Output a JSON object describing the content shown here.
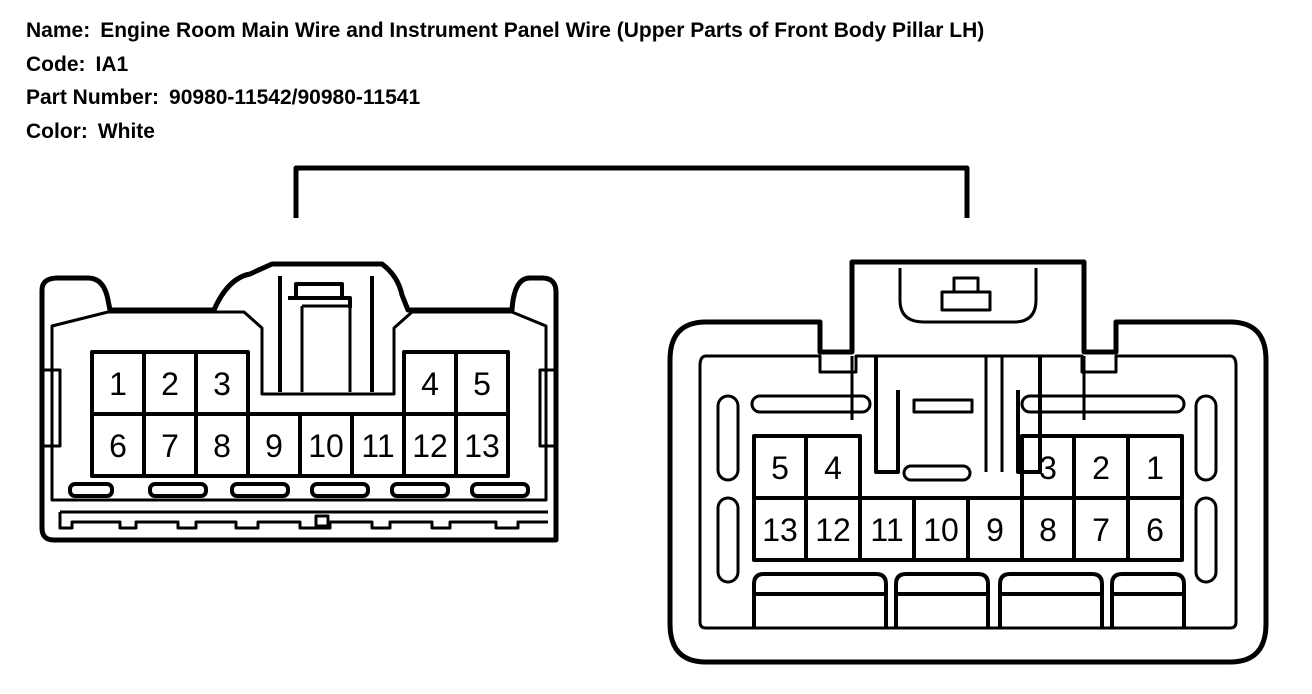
{
  "header": {
    "name_label": "Name:",
    "name_value": "Engine Room Main Wire and Instrument Panel Wire (Upper Parts of Front Body Pillar LH)",
    "code_label": "Code:",
    "code_value": "IA1",
    "part_label": "Part Number:",
    "part_value": "90980-11542/90980-11541",
    "color_label": "Color:",
    "color_value": "White"
  },
  "left_connector": {
    "row1": [
      "1",
      "2",
      "3",
      "4",
      "5"
    ],
    "row2": [
      "6",
      "7",
      "8",
      "9",
      "10",
      "11",
      "12",
      "13"
    ]
  },
  "right_connector": {
    "row1": [
      "5",
      "4",
      "3",
      "2",
      "1"
    ],
    "row2": [
      "13",
      "12",
      "11",
      "10",
      "9",
      "8",
      "7",
      "6"
    ]
  }
}
